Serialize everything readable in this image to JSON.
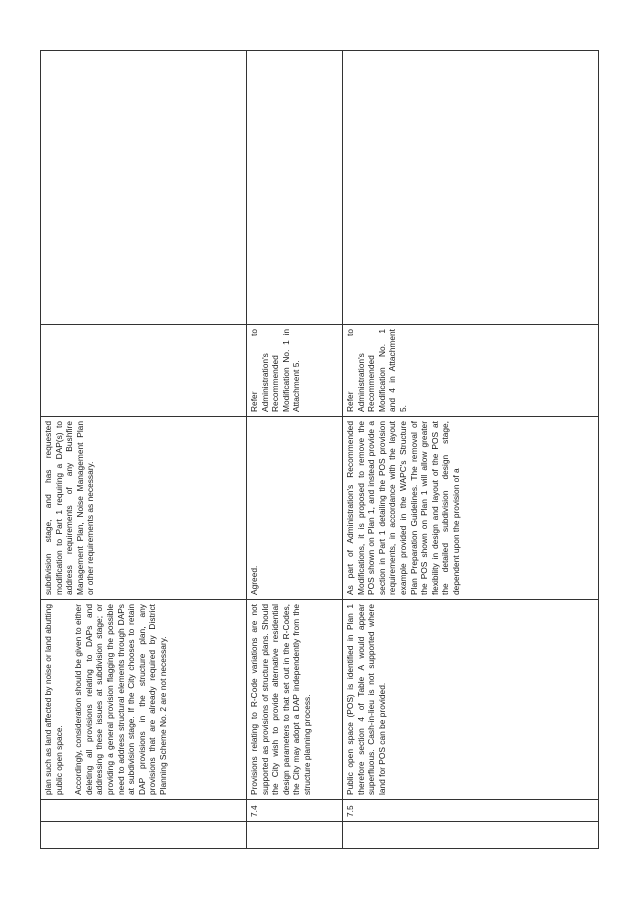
{
  "table": {
    "rows": [
      {
        "num": "",
        "submission": [
          "plan such as land affected by noise or land abutting public open space.",
          "Accordingly, consideration should be given to either deleting all provisions relating to DAPs and addressing these issues at subdivision stage; or providing a general provision flagging the possible need to address structural elements through DAPs at subdivision stage. If the City chooses to retain DAP provisions in the structure plan, any provisions that are already required by District Planning Scheme No. 2 are not necessary."
        ],
        "response": "subdivision stage, and has requested modification to Part 1 requiring a DAP(s) to address requirements of any Bushfire Management Plan, Noise Management Plan or other requirements as necessary.",
        "recommendation": ""
      },
      {
        "num": "7.4",
        "submission": [
          "Provisions relating to R-Code variations are not supported as provisions of structure plans. Should the City wish to provide alternative residential design parameters to that set out in the R-Codes, the City may adopt a DAP independently from the structure planning process."
        ],
        "response": "Agreed.",
        "recommendation": "Refer to Administration's Recommended Modification No. 1 in Attachment 5."
      },
      {
        "num": "7.5",
        "submission": [
          "Public open space (POS) is identified in Plan 1 therefore section 4 of Table A would appear superfluous. Cash-in-lieu is not supported where land for POS can be provided."
        ],
        "response": "As part of Administration's Recommended Modifications, it is proposed to remove the POS shown on Plan 1, and instead provide a section in Part 1 detailing the POS provision requirements, in accordance with the layout example provided in the WAPC's Structure Plan Preparation Guidelines. The removal of the POS shown on Plan 1 will allow greater flexibility in design and layout of the POS at the detailed subdivision design stage, dependent upon the provision of a",
        "recommendation": "Refer to Administration's Recommended Modification No. 1 and 4 in Attachment 5."
      }
    ]
  }
}
